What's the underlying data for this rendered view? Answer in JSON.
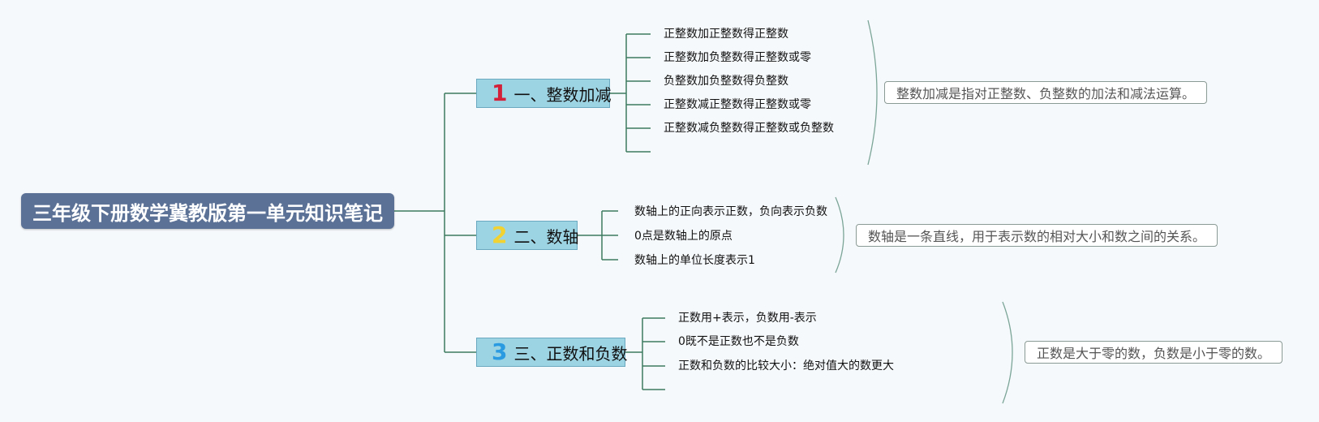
{
  "root": {
    "title": "三年级下册数学冀教版第一单元知识笔记"
  },
  "colors": {
    "root_bg": "#5b7196",
    "branch_bg": "#9dd4e4",
    "connector": "#3d7a5e",
    "num1": "#d4213a",
    "num2": "#f2d230",
    "num3": "#2a9be0"
  },
  "branches": [
    {
      "number": "1",
      "label": "一、整数加减",
      "leaves": [
        "正整数加正整数得正整数",
        "正整数加负整数得正整数或零",
        "负整数加负整数得负整数",
        "正整数减正整数得正整数或零",
        "正整数减负整数得正整数或负整数",
        ""
      ],
      "summary": "整数加减是指对正整数、负整数的加法和减法运算。"
    },
    {
      "number": "2",
      "label": "二、数轴",
      "leaves": [
        "数轴上的正向表示正数，负向表示负数",
        "0点是数轴上的原点",
        "数轴上的单位长度表示1"
      ],
      "summary": "数轴是一条直线，用于表示数的相对大小和数之间的关系。"
    },
    {
      "number": "3",
      "label": "三、正数和负数",
      "leaves": [
        "正数用+表示，负数用-表示",
        "0既不是正数也不是负数",
        "正数和负数的比较大小：绝对值大的数更大",
        ""
      ],
      "summary": "正数是大于零的数，负数是小于零的数。"
    }
  ]
}
